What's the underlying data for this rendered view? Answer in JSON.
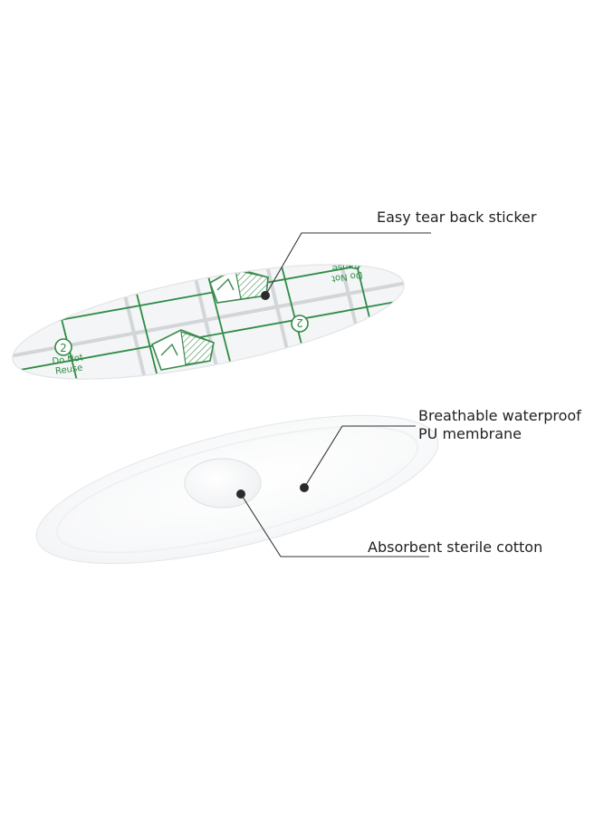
{
  "colors": {
    "grid_green": "#2e8b45",
    "grid_gray": "#cfd3d6",
    "leader_line": "#333333",
    "marker_dot": "#2b2b2b",
    "label_text": "#222222"
  },
  "callouts": {
    "sticker": {
      "text": "Easy tear back sticker"
    },
    "membrane": {
      "line1": "Breathable waterproof",
      "line2": "PU membrane"
    },
    "cotton": {
      "text": "Absorbent sterile cotton"
    }
  },
  "sticker_print": {
    "text_left_line1": "Do Not",
    "text_left_line2": "Reuse",
    "text_right_line1": "Do Not",
    "text_right_line2": "Reuse",
    "symbol_number": "2"
  }
}
